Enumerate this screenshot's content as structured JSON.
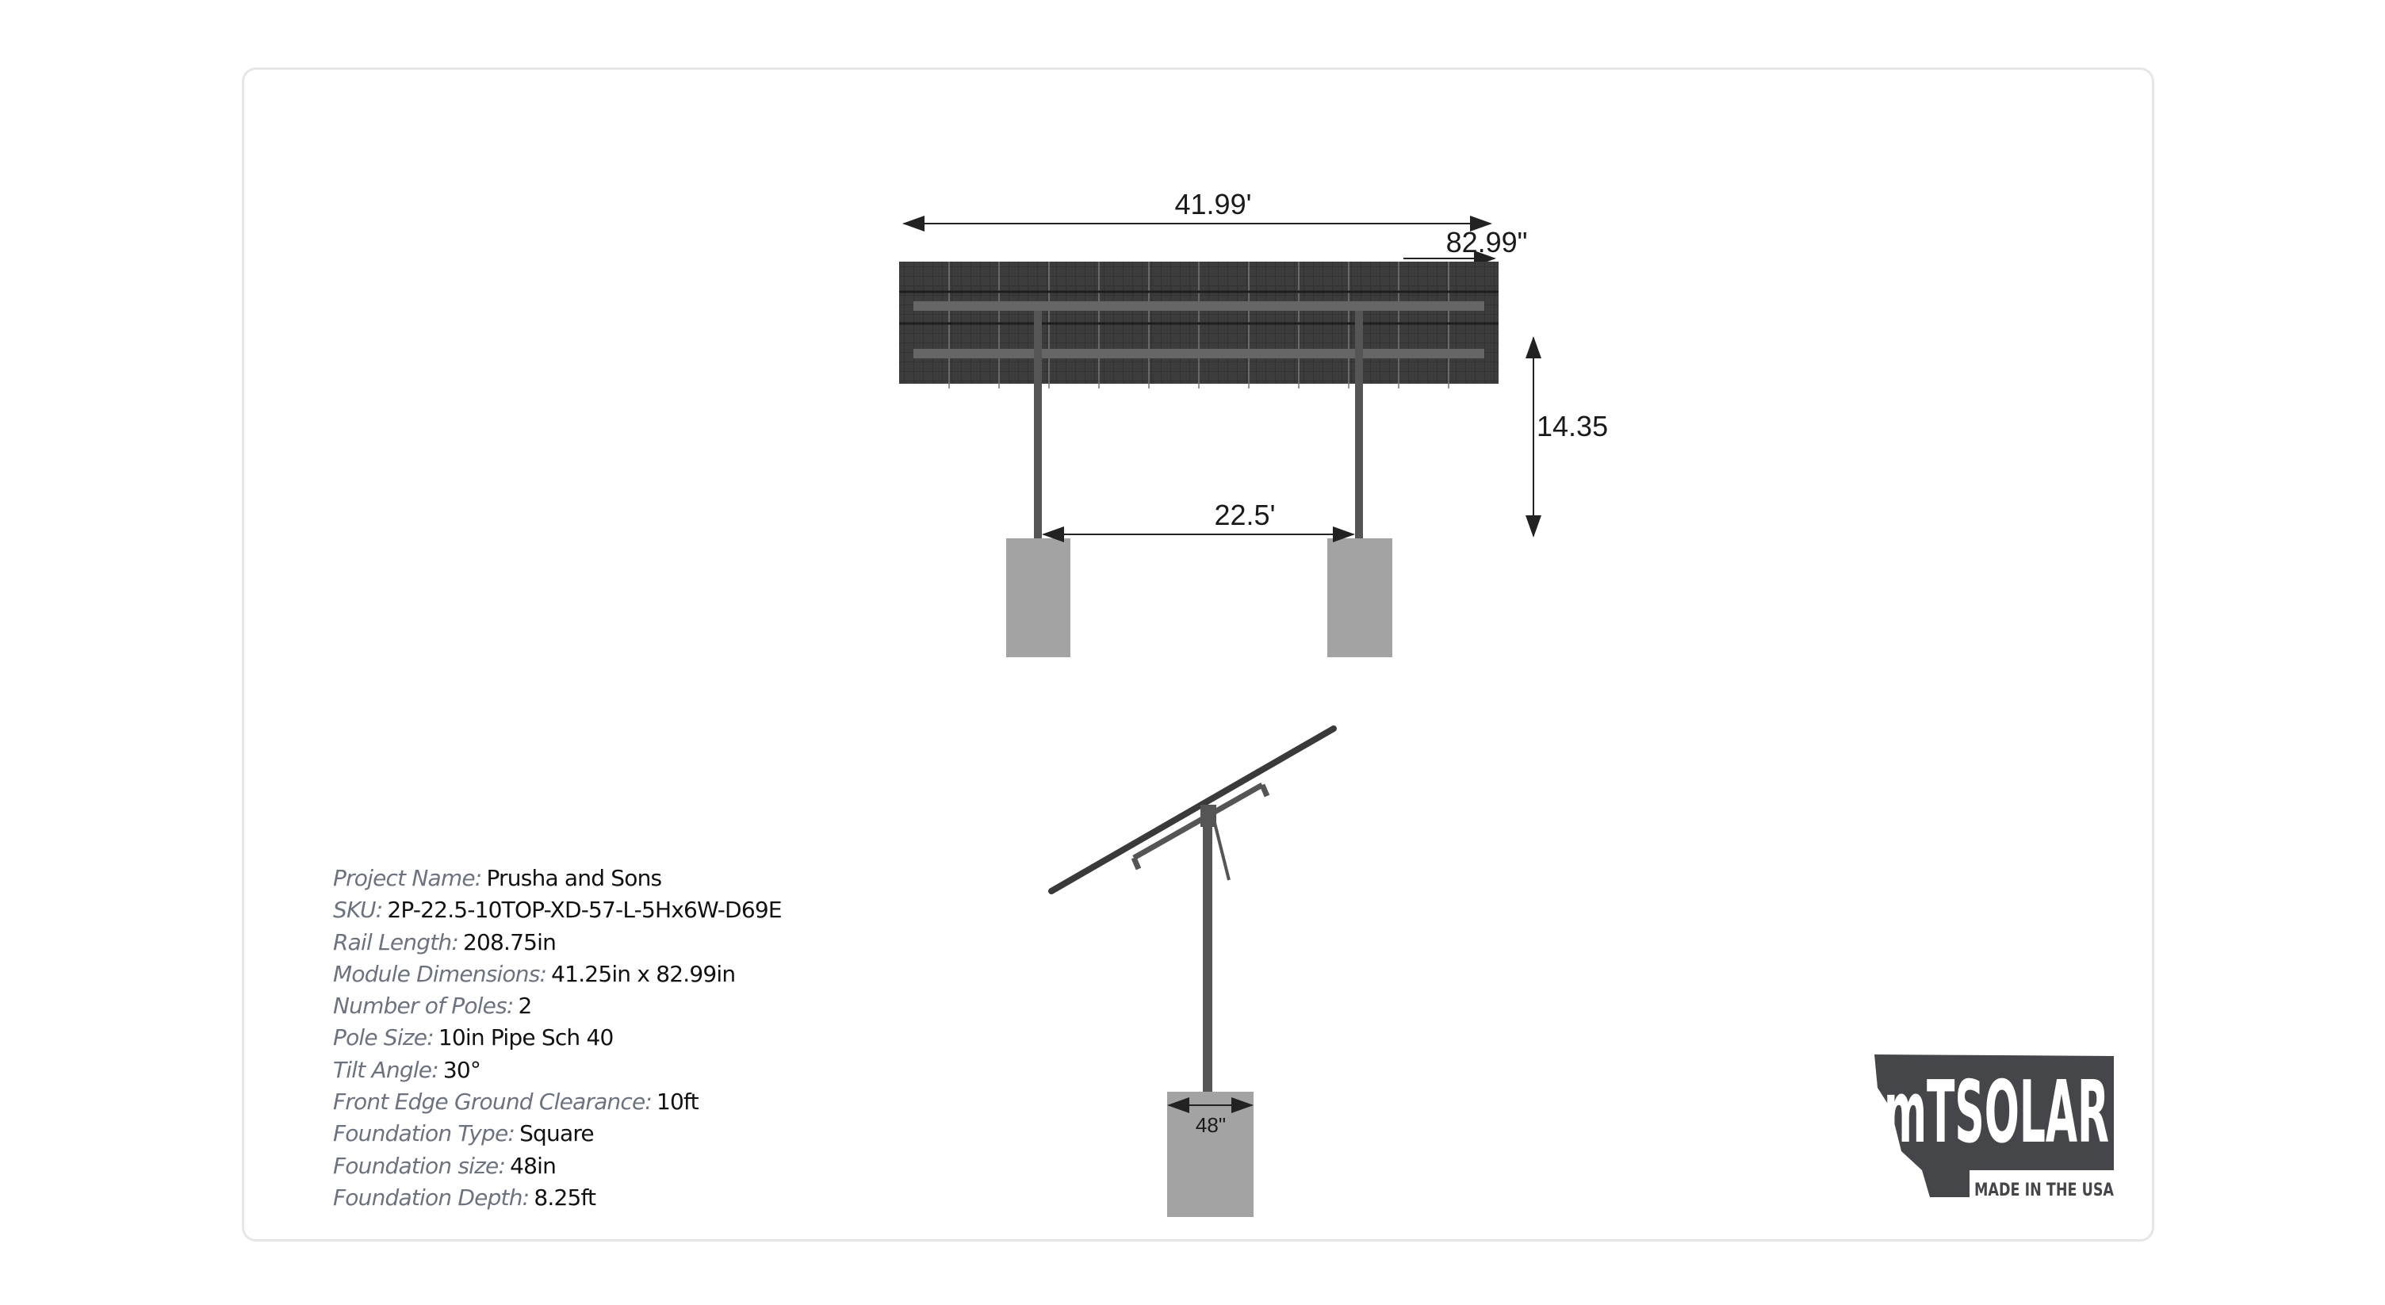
{
  "drawing": {
    "front_view": {
      "overall_width_label": "41.99'",
      "module_length_label": "82.99\"",
      "height_label": "14.35",
      "pole_spacing_label": "22.5'"
    },
    "side_view": {
      "foundation_width_label": "48\""
    }
  },
  "specs": [
    {
      "label": "Project Name:",
      "value": "Prusha and Sons"
    },
    {
      "label": "SKU:",
      "value": "2P-22.5-10TOP-XD-57-L-5Hx6W-D69E"
    },
    {
      "label": "Rail Length:",
      "value": "208.75in"
    },
    {
      "label": "Module Dimensions:",
      "value": "41.25in x 82.99in"
    },
    {
      "label": "Number of Poles:",
      "value": "2"
    },
    {
      "label": "Pole Size:",
      "value": "10in Pipe Sch 40"
    },
    {
      "label": "Tilt Angle:",
      "value": "30°"
    },
    {
      "label": "Front Edge Ground Clearance:",
      "value": "10ft"
    },
    {
      "label": "Foundation Type:",
      "value": "Square"
    },
    {
      "label": "Foundation size:",
      "value": "48in"
    },
    {
      "label": "Foundation Depth:",
      "value": "8.25ft"
    }
  ],
  "logo": {
    "brand": "mTSOLAR",
    "tagline": "MADE IN THE USA",
    "color": "#45464a"
  },
  "colors": {
    "panel": "#3a3a3a",
    "steel": "#555555",
    "concrete": "#a3a3a3",
    "label": "#6b7280"
  }
}
